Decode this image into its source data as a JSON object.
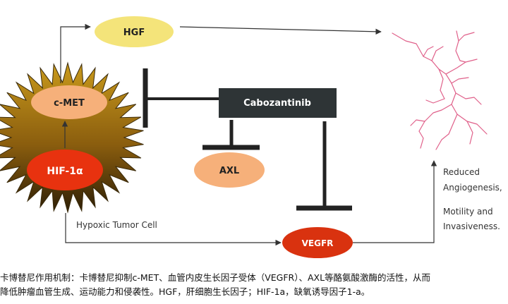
{
  "nodes": {
    "hgf": "HGF",
    "cmet": "c-MET",
    "hif": "HIF-1α",
    "drug": "Cabozantinib",
    "axl": "AXL",
    "vegfr": "VEGFR"
  },
  "labels": {
    "cell": "Hypoxic Tumor Cell",
    "outcome_lines": [
      "Reduced",
      "Angiogenesis,",
      "",
      "Motility and",
      "Invasiveness."
    ]
  },
  "caption": {
    "line1": "卡博替尼作用机制：卡博替尼抑制c-MET、血管内皮生长因子受体（VEGFR）、AXL等酪氨酸激酶的活性，从而",
    "line2": "降低肿瘤血管生成、运动能力和侵袭性。HGF，肝细胞生长因子；HIF-1a，缺氧诱导因子1-a。"
  },
  "colors": {
    "hgf_fill": "#f4e47a",
    "cmet_fill": "#f6b07a",
    "hif_fill": "#e8320f",
    "drug_fill": "#2e3436",
    "axl_fill": "#f6b07a",
    "vegfr_fill": "#d9320f",
    "vessel": "#e0608a",
    "cell_gradient_top": "#b8860b",
    "cell_gradient_bottom": "#3c2808"
  }
}
